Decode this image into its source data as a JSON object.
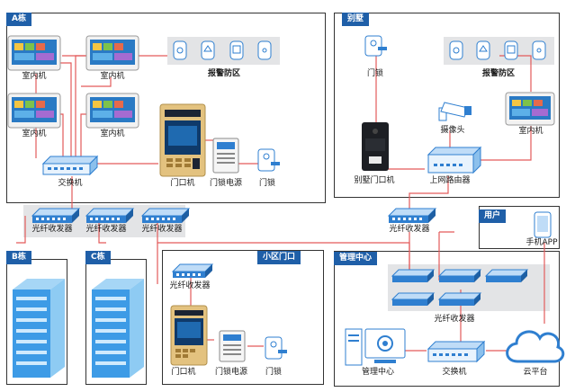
{
  "zones": {
    "a_building": "A栋",
    "villa": "别墅",
    "user": "用户",
    "b_building": "B栋",
    "c_building": "C栋",
    "community_gate": "小区门口",
    "management_center": "管理中心"
  },
  "labels": {
    "indoor_unit": "室内机",
    "alarm_zone": "报警防区",
    "switch": "交换机",
    "door_unit": "门口机",
    "lock_power": "门锁电源",
    "door_lock": "门锁",
    "fiber_transceiver": "光纤收发器",
    "villa_door_unit": "别墅门口机",
    "camera": "摄像头",
    "router": "上网路由器",
    "mobile_app": "手机APP",
    "management_center": "管理中心",
    "cloud_platform": "云平台"
  },
  "colors": {
    "accent": "#1f5fa8",
    "link_line": "#e35b5b",
    "panel_grey": "#e3e4e6",
    "device_blue": "#2f7fd0"
  }
}
